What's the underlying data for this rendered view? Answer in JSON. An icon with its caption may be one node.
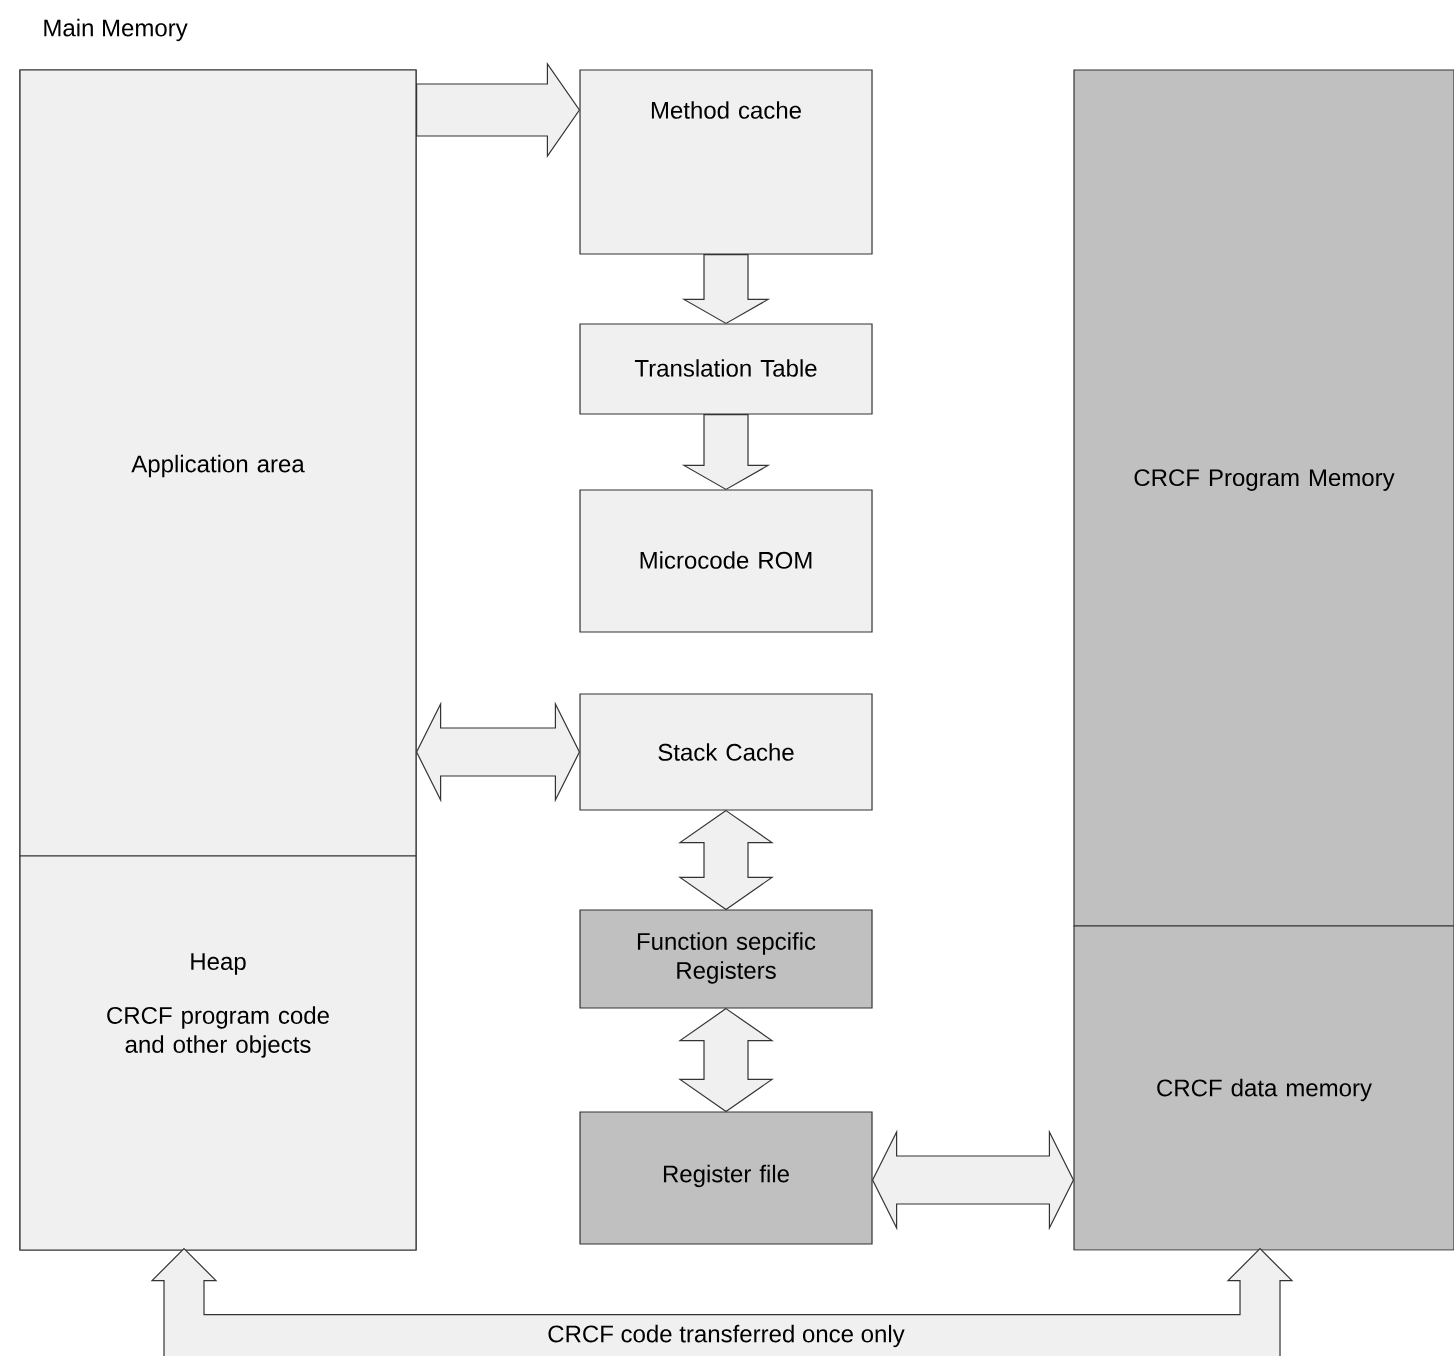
{
  "diagram": {
    "nodes": [
      {
        "text": [
          "Main Memory"
        ]
      },
      {
        "text": [
          "Application area"
        ],
        "in": 0
      },
      {
        "text": [
          "Heap",
          "CRCF program code and other objects"
        ],
        "in": 0
      },
      {
        "text": [
          "Method cache"
        ]
      },
      {
        "text": [
          "Translation Table"
        ]
      },
      {
        "text": [
          "Microcode ROM"
        ]
      },
      {
        "text": [
          "Stack Cache"
        ]
      },
      {
        "text": [
          "Function sepcific Registers"
        ]
      },
      {
        "text": [
          "Register file"
        ]
      },
      {
        "text": [
          "CRCF Program Memory"
        ]
      },
      {
        "text": [
          "CRCF data  memory"
        ]
      }
    ],
    "edges": [
      {
        "from": 1,
        "to": 3,
        "arrow": "to"
      },
      {
        "from": 3,
        "to": 4,
        "arrow": "to"
      },
      {
        "from": 4,
        "to": 5,
        "arrow": "to"
      },
      {
        "from": 1,
        "to": 6,
        "arrow": "both"
      },
      {
        "from": 6,
        "to": 7,
        "arrow": "both"
      },
      {
        "from": 7,
        "to": 8,
        "arrow": "both"
      },
      {
        "from": 8,
        "to": 10,
        "arrow": "both"
      },
      {
        "from": 2,
        "to": 10,
        "arrow": "both",
        "label": "CRCF code transferred once only"
      }
    ]
  }
}
